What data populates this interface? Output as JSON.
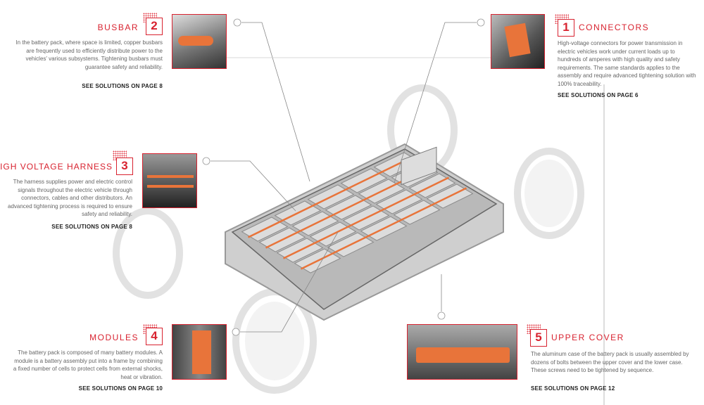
{
  "sections": [
    {
      "number": "1",
      "title": "CONNECTORS",
      "description": "High-voltage connectors for power transmission in electric vehicles work under current loads up to hundreds of amperes with high quality and safety requirements. The same standards applies to the assembly and require advanced tightening solution with 100% traceability.",
      "link": "SEE SOLUTIONS ON PAGE 6"
    },
    {
      "number": "2",
      "title": "BUSBAR",
      "description": "In the battery pack, where space is limited, copper busbars are frequently used to efficiently distribute power to the vehicles' various subsystems. Tightening busbars must guarantee safety and reliability.",
      "link": "SEE SOLUTIONS ON PAGE 8"
    },
    {
      "number": "3",
      "title": "HIGH VOLTAGE HARNESS",
      "description": "The harness supplies power and electric control signals throughout the electric vehicle through connectors, cables and other distributors. An advanced tightening process is required to ensure safety and reliability.",
      "link": "SEE SOLUTIONS ON PAGE 8"
    },
    {
      "number": "4",
      "title": "MODULES",
      "description": "The battery pack is composed of many battery modules. A module is a battery assembly put into a frame by combining a fixed number of cells to protect cells from external shocks, heat or vibration.",
      "link": "SEE SOLUTIONS ON PAGE 10"
    },
    {
      "number": "5",
      "title": "UPPER COVER",
      "description": "The aluminum case of the battery pack is usually assembled by dozens of bolts between the upper cover and the lower case. These screws need to be tightened by sequence.",
      "link": "SEE SOLUTIONS ON PAGE 12"
    }
  ],
  "colors": {
    "accent": "#d8222f",
    "copper": "#e8743a"
  }
}
